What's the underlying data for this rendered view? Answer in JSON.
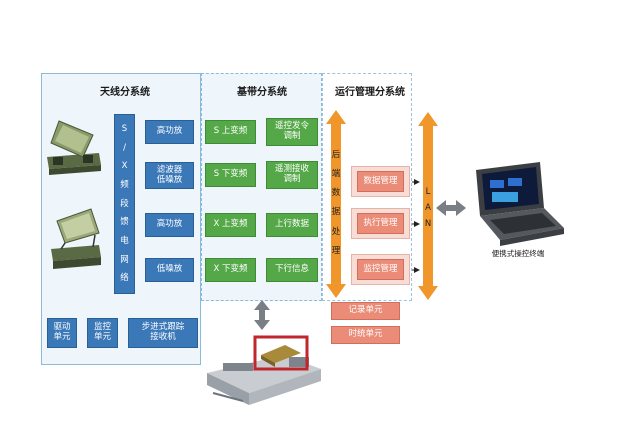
{
  "sections": {
    "antenna": "天线分系统",
    "baseband": "基带分系统",
    "ops": "运行管理分系统"
  },
  "blocks": {
    "sx_feed": [
      "S",
      "/",
      "X",
      "频",
      "段",
      "馈",
      "电",
      "网",
      "络"
    ],
    "hpa1": "高功放",
    "lna_s": "滤波器\n低噪放",
    "hpa2": "高功放",
    "lna_x": "低噪放",
    "s_up": "S 上变频",
    "s_down": "S 下变频",
    "x_up": "X 上变频",
    "x_down": "X 下变频",
    "tc_mod": "遥控发令\n调制",
    "tm_demod": "遥测接收\n调制",
    "up_data": "上行数据",
    "down_info": "下行信息",
    "backend_bus": [
      "后",
      "端",
      "数",
      "据",
      "处",
      "理"
    ],
    "data_mgmt": "数据管理",
    "exec_mgmt": "执行管理",
    "monitor_mgmt": "监控管理",
    "lan_bus": [
      "L",
      "A",
      "N"
    ],
    "record_unit": "记录单元",
    "timing_unit": "时统单元",
    "drive_unit": "驱动\n单元",
    "monitor_unit": "监控\n单元",
    "tracking_rx": "步进式跟踪\n接收机",
    "terminal_label": "便携式操控终端"
  },
  "colors": {
    "blue": "#3b78b8",
    "green": "#54a848",
    "orange": "#f0962a",
    "salmon": "#ea8c78",
    "panel": "#eef5fb",
    "highlight": "#c0272d"
  }
}
